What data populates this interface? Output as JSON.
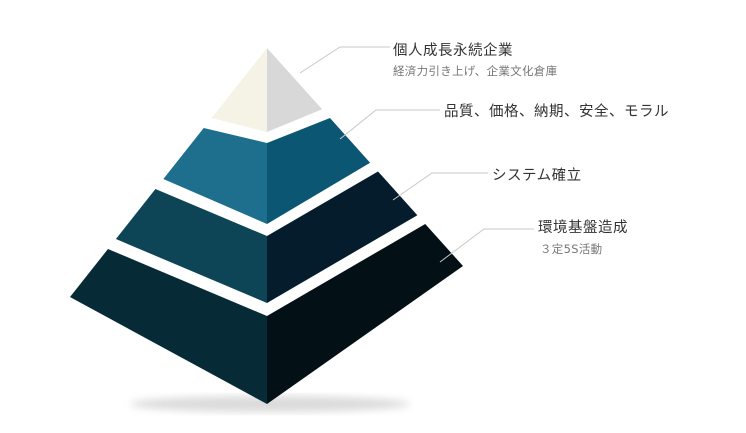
{
  "tiers": [
    {
      "title": "個人成長永続企業",
      "subtitle": "経済力引き上げ、企業文化倉庫",
      "left_color": "#f5f3e6",
      "right_color": "#d8d8d8"
    },
    {
      "title": "品質、価格、納期、安全、モラル",
      "subtitle": "",
      "left_color": "#1e6f8d",
      "right_color": "#0a5673"
    },
    {
      "title": "システム確立",
      "subtitle": "",
      "left_color": "#0d4556",
      "right_color": "#041c2b"
    },
    {
      "title": "環境基盤造成",
      "subtitle": "３定5S活動",
      "left_color": "#062b36",
      "right_color": "#031016"
    }
  ],
  "colors": {
    "leader_line": "#c8c8c8",
    "gap": "#ffffff",
    "shadow": "#bdbdbd"
  }
}
